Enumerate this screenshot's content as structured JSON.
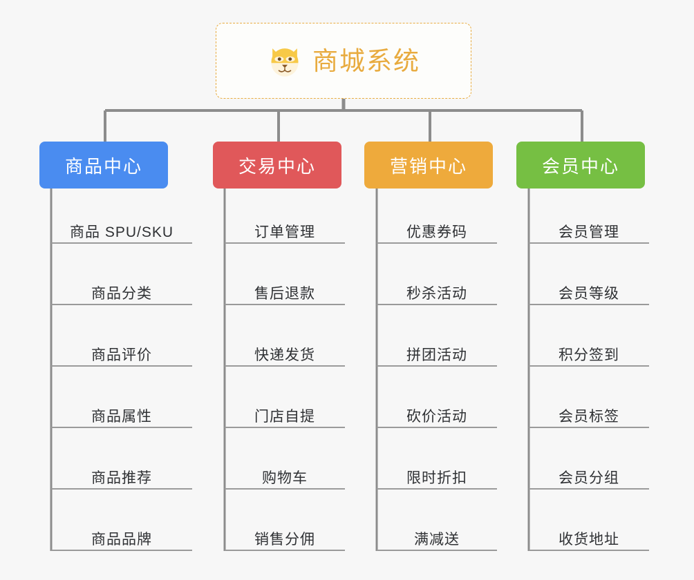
{
  "diagram": {
    "type": "mindmap",
    "background_color": "#f7f7f7",
    "root": {
      "title": "商城系统",
      "icon": "shiba-dog-emoji",
      "text_color": "#e8ab3f",
      "border_color": "#e8ab3f",
      "background_color": "#fdfdfb"
    },
    "line_color": "#8c8c8c",
    "leaf_line_color": "#9a9a9a",
    "branches": [
      {
        "label": "商品中心",
        "color": "#4a8cf0",
        "items": [
          "商品 SPU/SKU",
          "商品分类",
          "商品评价",
          "商品属性",
          "商品推荐",
          "商品品牌"
        ]
      },
      {
        "label": "交易中心",
        "color": "#e0585a",
        "items": [
          "订单管理",
          "售后退款",
          "快递发货",
          "门店自提",
          "购物车",
          "销售分佣"
        ]
      },
      {
        "label": "营销中心",
        "color": "#eeaa3c",
        "items": [
          "优惠券码",
          "秒杀活动",
          "拼团活动",
          "砍价活动",
          "限时折扣",
          "满减送"
        ]
      },
      {
        "label": "会员中心",
        "color": "#76bf43",
        "items": [
          "会员管理",
          "会员等级",
          "积分签到",
          "会员标签",
          "会员分组",
          "收货地址"
        ]
      }
    ]
  }
}
